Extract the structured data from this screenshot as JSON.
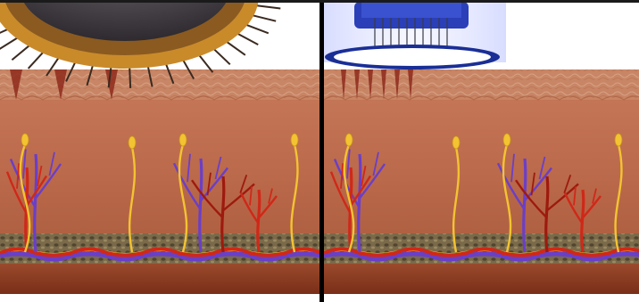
{
  "figure": {
    "panels": [
      {
        "id": "left",
        "device": "derma-roller",
        "device_icon": "spiked-roller-icon"
      },
      {
        "id": "right",
        "device": "derma-stamp",
        "device_icon": "needle-stamp-icon"
      }
    ],
    "layers": [
      "air",
      "epidermis",
      "dermis",
      "subcutaneous-fat",
      "muscle"
    ],
    "structures": [
      "nerve-endings",
      "veins",
      "arteries"
    ],
    "colors": {
      "dermis": "#bf6a4a",
      "epidermis_pattern": "#d8a88a",
      "fat_layer": "#6b5a3a",
      "muscle": "#8a3a22",
      "nerve": "#f3c331",
      "vein": "#6a3fc8",
      "artery": "#d02818",
      "artery_dark": "#9e1a0e",
      "roller_body": "#555055",
      "roller_rim": "#c98a2a",
      "spike": "#3a2a20",
      "stamp_body": "#2a3fb8",
      "stamp_ring": "#1a2e96",
      "background": "#ffffff",
      "divider": "#000000"
    }
  }
}
